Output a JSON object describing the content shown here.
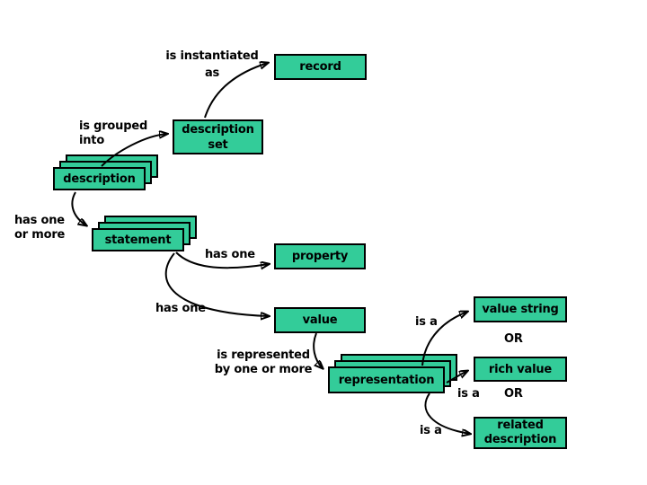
{
  "colors": {
    "box_fill": "#33cc99",
    "box_border": "#000000",
    "background": "#ffffff",
    "text": "#000000",
    "arrow": "#000000"
  },
  "nodes": {
    "record": {
      "label": "record"
    },
    "description_set": {
      "label": "description\nset"
    },
    "description": {
      "label": "description",
      "stacked": true
    },
    "statement": {
      "label": "statement",
      "stacked": true
    },
    "property": {
      "label": "property"
    },
    "value": {
      "label": "value"
    },
    "value_string": {
      "label": "value string"
    },
    "rich_value": {
      "label": "rich value"
    },
    "representation": {
      "label": "representation",
      "stacked": true
    },
    "related_description": {
      "label": "related\ndescription"
    }
  },
  "edges": [
    {
      "from": "description set",
      "to": "record",
      "label": "is instantiated\nas"
    },
    {
      "from": "description",
      "to": "description set",
      "label": "is grouped\ninto"
    },
    {
      "from": "description",
      "to": "statement",
      "label": "has one\nor more"
    },
    {
      "from": "statement",
      "to": "property",
      "label": "has one"
    },
    {
      "from": "statement",
      "to": "value",
      "label": "has one"
    },
    {
      "from": "value",
      "to": "representation",
      "label": "is represented\nby one or more"
    },
    {
      "from": "representation",
      "to": "value string",
      "label": "is a"
    },
    {
      "from": "representation",
      "to": "rich value",
      "label": "is a"
    },
    {
      "from": "representation",
      "to": "related description",
      "label": "is a"
    }
  ],
  "or_labels": [
    "OR",
    "OR"
  ]
}
